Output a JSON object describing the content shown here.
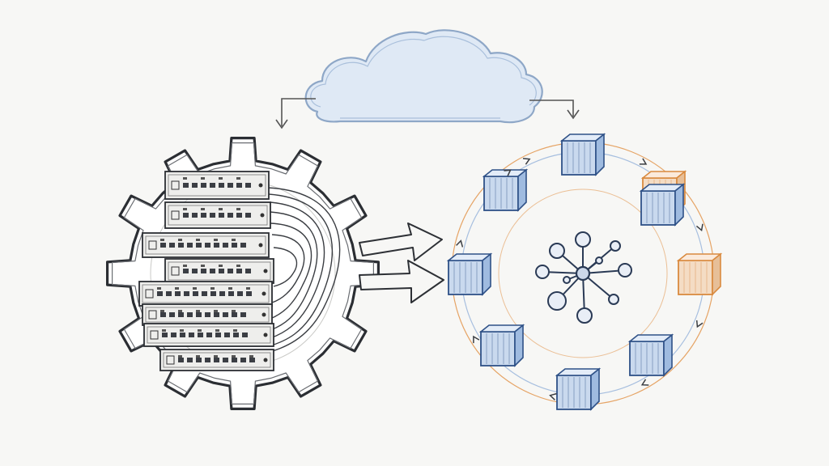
{
  "diagram": {
    "colors": {
      "background": "#f7f7f5",
      "ink": "#2b2e33",
      "cloud_fill": "#dfe9f5",
      "cloud_stroke": "#8ea7c7",
      "cube_blue": "#5d86c0",
      "cube_blue_dark": "#2f5187",
      "cube_orange": "#d98a3f",
      "ring_orange": "#e39a55",
      "ring_blue": "#9db8dd",
      "hub_stroke": "#2a3a55"
    },
    "nodes": [
      {
        "id": "cloud",
        "icon": "cloud-icon"
      },
      {
        "id": "server-gear",
        "icon": "gear-icon"
      },
      {
        "id": "server-rack",
        "icon": "server-rack-icon"
      },
      {
        "id": "container-ring",
        "icon": "container-cluster-icon"
      },
      {
        "id": "hub",
        "icon": "network-hub-icon"
      }
    ],
    "container_count": 9,
    "edges": [
      {
        "from": "cloud",
        "to": "server-gear",
        "icon": "arrow-down-icon"
      },
      {
        "from": "cloud",
        "to": "container-ring",
        "icon": "arrow-down-icon"
      },
      {
        "from": "server-rack",
        "to": "container-ring",
        "icon": "arrow-right-icon"
      },
      {
        "from": "server-rack",
        "to": "container-ring",
        "icon": "arrow-right-icon"
      }
    ]
  }
}
